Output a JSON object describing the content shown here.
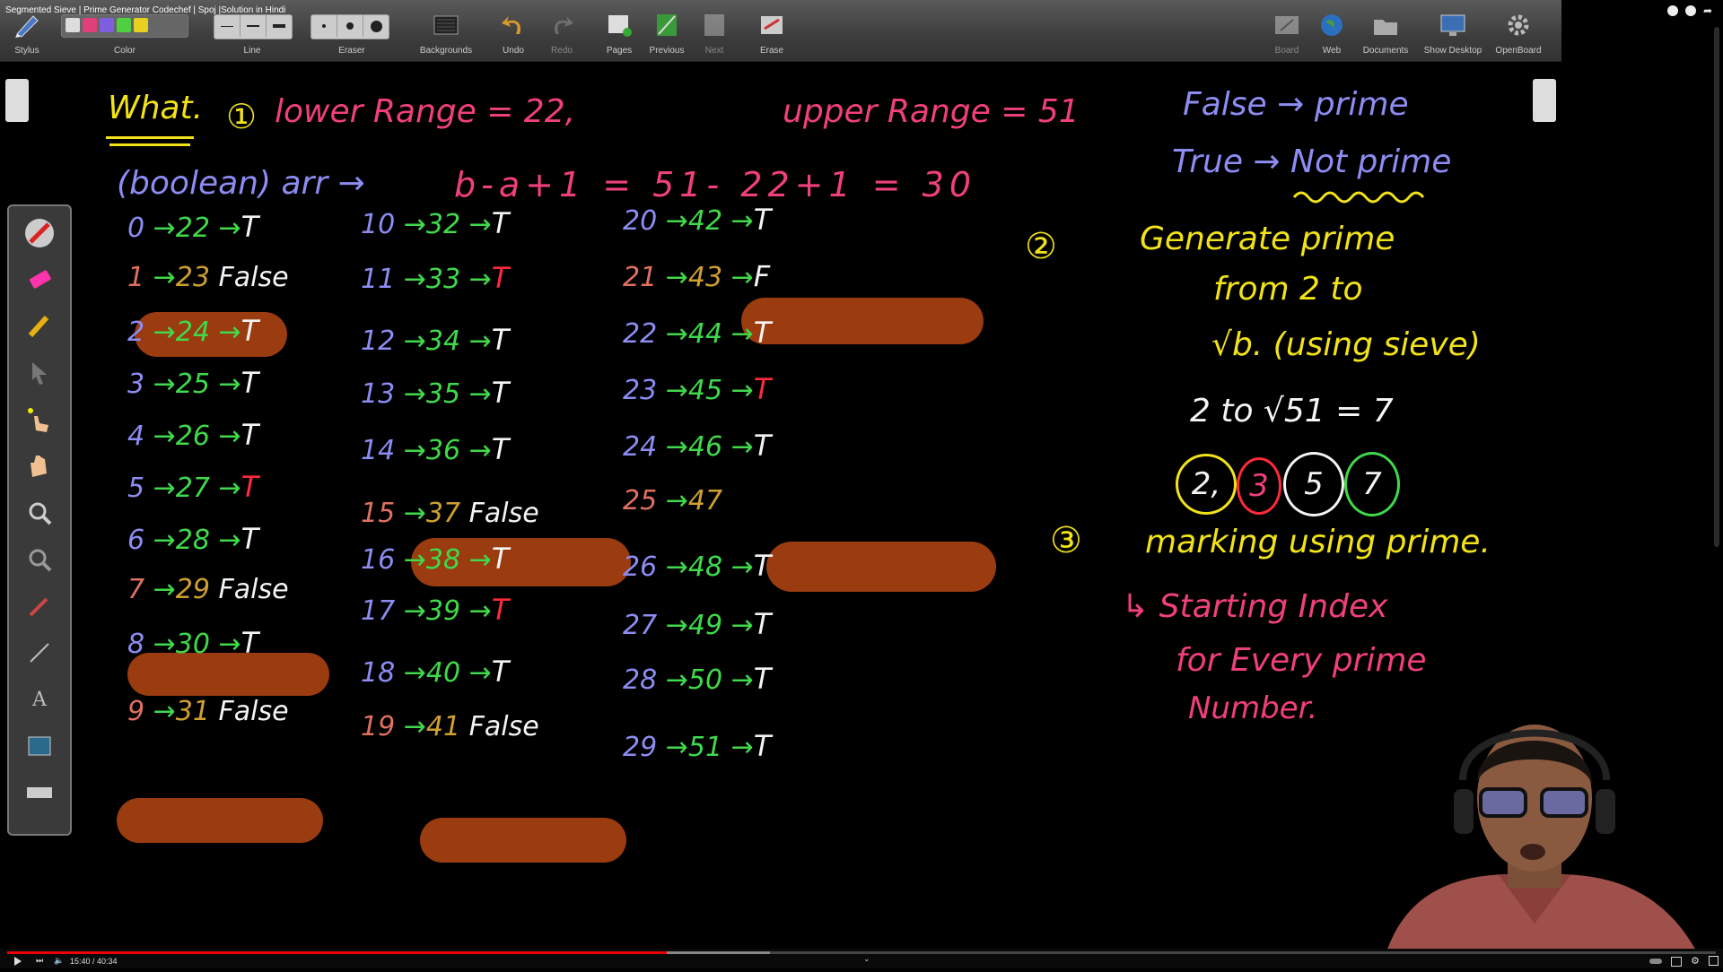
{
  "video": {
    "title": "Segmented Sieve | Prime Generator Codechef | Spoj |Solution in Hindi",
    "time": "15:40 / 40:34",
    "progress": 0.386
  },
  "toolbar": {
    "stylus": "Stylus",
    "color": "Color",
    "line": "Line",
    "eraser": "Eraser",
    "backgrounds": "Backgrounds",
    "undo": "Undo",
    "redo": "Redo",
    "pages": "Pages",
    "previous": "Previous",
    "next": "Next",
    "erase": "Erase",
    "board": "Board",
    "web": "Web",
    "documents": "Documents",
    "show_desktop": "Show Desktop",
    "openboard": "OpenBoard"
  },
  "colors": {
    "yellow": "#f2e318",
    "pink": "#f0407a",
    "blue": "#8d8cf2",
    "green": "#3fd94a",
    "white": "#f4f4f4",
    "red": "#ff2a3a",
    "highlight": "#9a3b10"
  },
  "board": {
    "what": "What.",
    "step1": "①",
    "lower_range": "lower Range = 22,",
    "upper_range": "upper Range = 51",
    "boolean": "(boolean) arr →",
    "formula": "b-a+1 = 51- 22+1 = 30",
    "false_prime": "False → prime",
    "true_not_prime": "True → Not prime",
    "step2": "②",
    "generate1": "Generate prime",
    "generate2": "from 2 to",
    "sqrt_b": "√b. (using sieve)",
    "two_to_sqrt": "2 to √51 = 7",
    "circled": [
      "2,",
      "3",
      "5",
      "7"
    ],
    "step3": "③",
    "marking": "marking using prime.",
    "starting": "↳ Starting Index",
    "every": "for Every prime",
    "number": "Number.",
    "col1": [
      {
        "i": "0",
        "n": "22",
        "v": "T"
      },
      {
        "i": "1",
        "n": "23",
        "v": "False"
      },
      {
        "i": "2",
        "n": "24",
        "v": "T"
      },
      {
        "i": "3",
        "n": "25",
        "v": "T"
      },
      {
        "i": "4",
        "n": "26",
        "v": "T"
      },
      {
        "i": "5",
        "n": "27",
        "v": "T"
      },
      {
        "i": "6",
        "n": "28",
        "v": "T"
      },
      {
        "i": "7",
        "n": "29",
        "v": "False"
      },
      {
        "i": "8",
        "n": "30",
        "v": "T"
      },
      {
        "i": "9",
        "n": "31",
        "v": "False"
      }
    ],
    "col2": [
      {
        "i": "10",
        "n": "32",
        "v": "T"
      },
      {
        "i": "11",
        "n": "33",
        "v": "T"
      },
      {
        "i": "12",
        "n": "34",
        "v": "T"
      },
      {
        "i": "13",
        "n": "35",
        "v": "T"
      },
      {
        "i": "14",
        "n": "36",
        "v": "T"
      },
      {
        "i": "15",
        "n": "37",
        "v": "False"
      },
      {
        "i": "16",
        "n": "38",
        "v": "T"
      },
      {
        "i": "17",
        "n": "39",
        "v": "T"
      },
      {
        "i": "18",
        "n": "40",
        "v": "T"
      },
      {
        "i": "19",
        "n": "41",
        "v": "False"
      }
    ],
    "col3": [
      {
        "i": "20",
        "n": "42",
        "v": "T"
      },
      {
        "i": "21",
        "n": "43",
        "v": "F"
      },
      {
        "i": "22",
        "n": "44",
        "v": "T"
      },
      {
        "i": "23",
        "n": "45",
        "v": "T"
      },
      {
        "i": "24",
        "n": "46",
        "v": "T"
      },
      {
        "i": "25",
        "n": "47",
        "v": ""
      },
      {
        "i": "26",
        "n": "48",
        "v": "T"
      },
      {
        "i": "27",
        "n": "49",
        "v": "T"
      },
      {
        "i": "28",
        "n": "50",
        "v": "T"
      },
      {
        "i": "29",
        "n": "51",
        "v": "T"
      }
    ]
  }
}
